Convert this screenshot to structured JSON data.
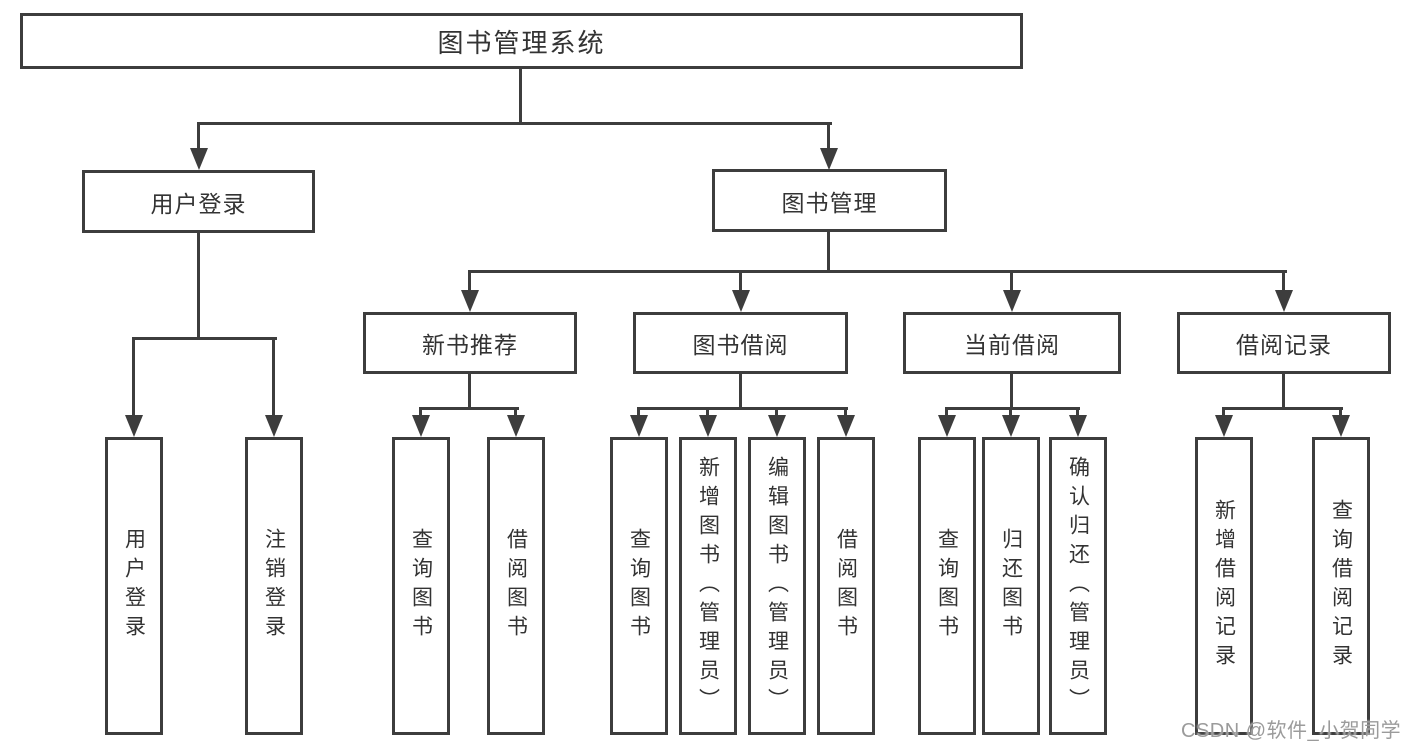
{
  "diagram": {
    "title": "图书管理系统",
    "level2": {
      "user_login": "用户登录",
      "book_mgmt": "图书管理"
    },
    "level3": {
      "new_books": "新书推荐",
      "book_borrow": "图书借阅",
      "current_borrow": "当前借阅",
      "borrow_records": "借阅记录"
    },
    "leaves": {
      "login": "用户登录",
      "logout": "注销登录",
      "nb_query": "查询图书",
      "nb_borrow": "借阅图书",
      "bb_query": "查询图书",
      "bb_add": "新增图书（管理员）",
      "bb_edit": "编辑图书（管理员）",
      "bb_borrow": "借阅图书",
      "cb_query": "查询图书",
      "cb_return": "归还图书",
      "cb_confirm": "确认归还（管理员）",
      "br_add": "新增借阅记录",
      "br_query": "查询借阅记录"
    }
  },
  "watermark": {
    "text": "CSDN @软件_小贺同学"
  },
  "colors": {
    "line": "#3d3d3d",
    "text": "#333333",
    "watermark": "#9b9b9b",
    "background": "#ffffff"
  }
}
